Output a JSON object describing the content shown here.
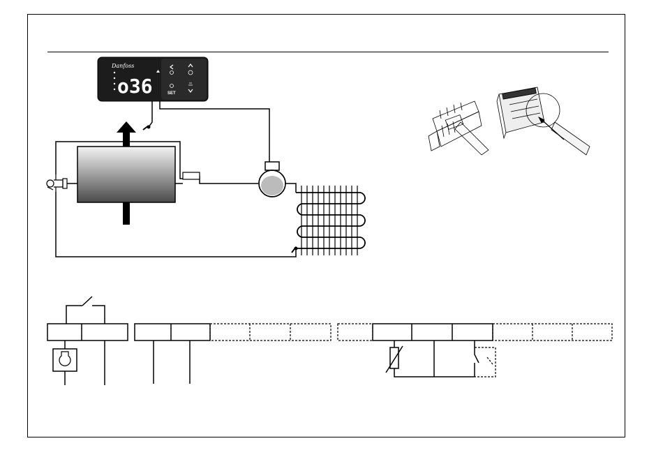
{
  "controller": {
    "brand": "Danfoss",
    "display_value": "o36",
    "set_label": "SET",
    "colors": {
      "body": "#1c1c1c",
      "display": "#ffffff",
      "frame": "#000000"
    }
  }
}
